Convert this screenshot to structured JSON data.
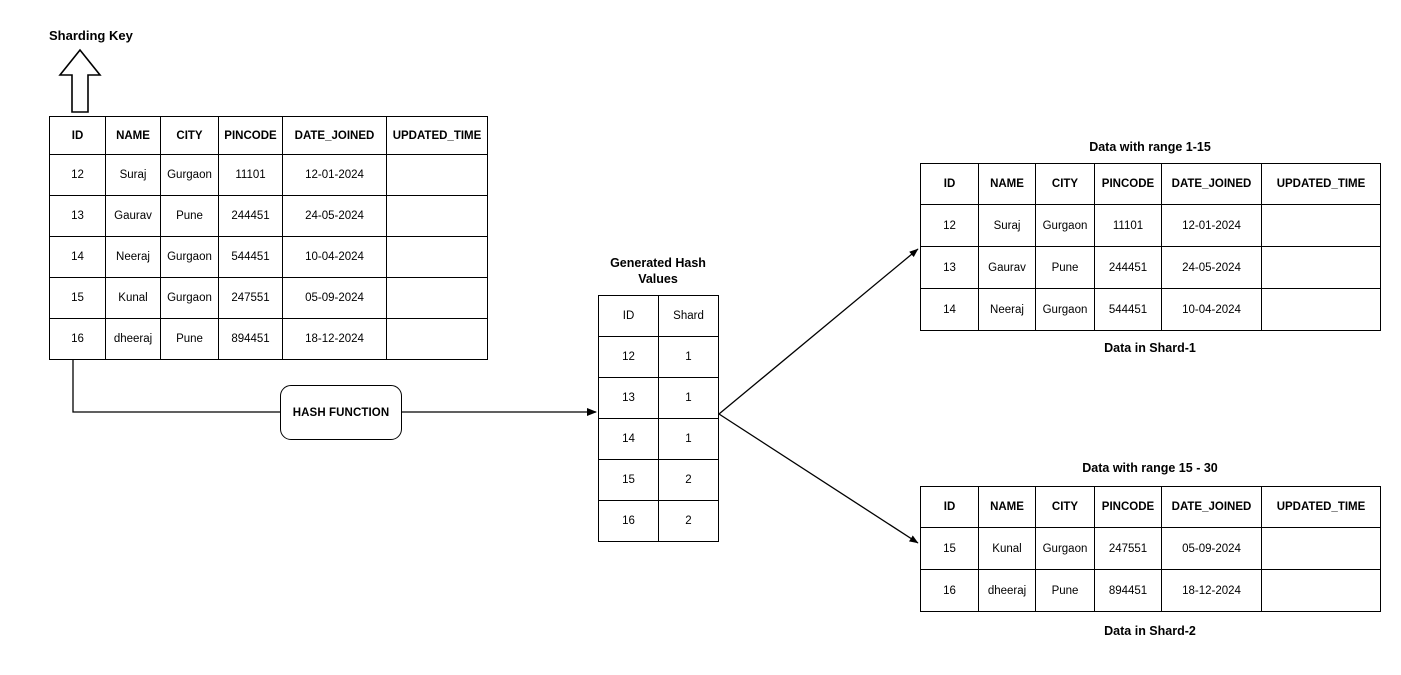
{
  "diagram": {
    "title_label": "Sharding Key",
    "hash_function_label": "HASH FUNCTION",
    "hash_values_label": "Generated Hash\nValues"
  },
  "source_table": {
    "name": "employee-source-table",
    "columns": [
      "ID",
      "NAME",
      "CITY",
      "PINCODE",
      "DATE_JOINED",
      "UPDATED_TIME"
    ],
    "rows": [
      {
        "id": "12",
        "name": "Suraj",
        "city": "Gurgaon",
        "pincode": "11101",
        "date_joined": "12-01-2024",
        "updated_time": ""
      },
      {
        "id": "13",
        "name": "Gaurav",
        "city": "Pune",
        "pincode": "244451",
        "date_joined": "24-05-2024",
        "updated_time": ""
      },
      {
        "id": "14",
        "name": "Neeraj",
        "city": "Gurgaon",
        "pincode": "544451",
        "date_joined": "10-04-2024",
        "updated_time": ""
      },
      {
        "id": "15",
        "name": "Kunal",
        "city": "Gurgaon",
        "pincode": "247551",
        "date_joined": "05-09-2024",
        "updated_time": ""
      },
      {
        "id": "16",
        "name": "dheeraj",
        "city": "Pune",
        "pincode": "894451",
        "date_joined": "18-12-2024",
        "updated_time": ""
      }
    ]
  },
  "hash_table": {
    "caption_line1": "Generated Hash",
    "caption_line2": "Values",
    "columns": [
      "ID",
      "Shard"
    ],
    "rows": [
      {
        "id": "12",
        "shard": "1"
      },
      {
        "id": "13",
        "shard": "1"
      },
      {
        "id": "14",
        "shard": "1"
      },
      {
        "id": "15",
        "shard": "2"
      },
      {
        "id": "16",
        "shard": "2"
      }
    ]
  },
  "shard1": {
    "range_label": "Data with range 1-15",
    "caption": "Data in Shard-1",
    "columns": [
      "ID",
      "NAME",
      "CITY",
      "PINCODE",
      "DATE_JOINED",
      "UPDATED_TIME"
    ],
    "rows": [
      {
        "id": "12",
        "name": "Suraj",
        "city": "Gurgaon",
        "pincode": "11101",
        "date_joined": "12-01-2024",
        "updated_time": ""
      },
      {
        "id": "13",
        "name": "Gaurav",
        "city": "Pune",
        "pincode": "244451",
        "date_joined": "24-05-2024",
        "updated_time": ""
      },
      {
        "id": "14",
        "name": "Neeraj",
        "city": "Gurgaon",
        "pincode": "544451",
        "date_joined": "10-04-2024",
        "updated_time": ""
      }
    ]
  },
  "shard2": {
    "range_label": "Data with range 15 - 30",
    "caption": "Data in Shard-2",
    "columns": [
      "ID",
      "NAME",
      "CITY",
      "PINCODE",
      "DATE_JOINED",
      "UPDATED_TIME"
    ],
    "rows": [
      {
        "id": "15",
        "name": "Kunal",
        "city": "Gurgaon",
        "pincode": "247551",
        "date_joined": "05-09-2024",
        "updated_time": ""
      },
      {
        "id": "16",
        "name": "dheeraj",
        "city": "Pune",
        "pincode": "894451",
        "date_joined": "18-12-2024",
        "updated_time": ""
      }
    ]
  },
  "colors": {
    "stroke": "#000000",
    "background": "#ffffff",
    "text": "#000000"
  }
}
